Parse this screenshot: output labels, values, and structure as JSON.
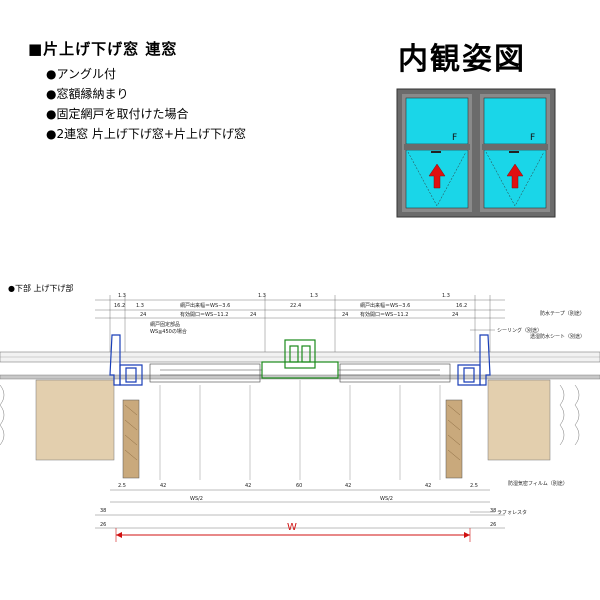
{
  "header": {
    "title": "■片上げ下げ窓 連窓",
    "bullets": [
      "●アングル付",
      "●窓額縁納まり",
      "●固定網戸を取付けた場合",
      "●2連窓 片上げ下げ窓+片上げ下げ窓"
    ]
  },
  "view": {
    "title": "内観姿図",
    "sash_mark_left": "F",
    "sash_mark_right": "F"
  },
  "section": {
    "label": "●下部 上げ下げ部",
    "dims_top": [
      "1.3",
      "16.2",
      "1.3",
      "1.3",
      "22.4",
      "1.3",
      "1.3",
      "16.2"
    ],
    "dims_second": [
      "網戸出来幅＝WS−3.6",
      "網戸出来幅＝WS−3.6"
    ],
    "dims_third": [
      "24",
      "有効開口＝WS−11.2",
      "24",
      "24",
      "有効開口＝WS−11.2",
      "24"
    ],
    "note_screen": "網戸固定部品",
    "note_screen2": "WS≦450の場合",
    "callouts": [
      "シーリング（別途）",
      "防水テープ（別途）",
      "透湿防水シート（別途）",
      "防湿気密フィルム（別途）",
      "ラフォレスタ"
    ],
    "dims_bottom1": [
      "2.5",
      "42",
      "42",
      "60",
      "42",
      "42",
      "2.5"
    ],
    "dims_bottom2": [
      "WS/2",
      "WS/2"
    ],
    "dims_bottom3": [
      "38",
      "38"
    ],
    "dims_bottom4": [
      "26",
      "26"
    ],
    "total_width": "W"
  },
  "colors": {
    "glass": "#1ad6e8",
    "frame": "#5a5a5a",
    "arrow": "#e01010",
    "frame_section": "#1a3fb8",
    "mullion_section": "#1a8a1a",
    "wood": "#e3cfae",
    "dim_line": "#d01010"
  }
}
